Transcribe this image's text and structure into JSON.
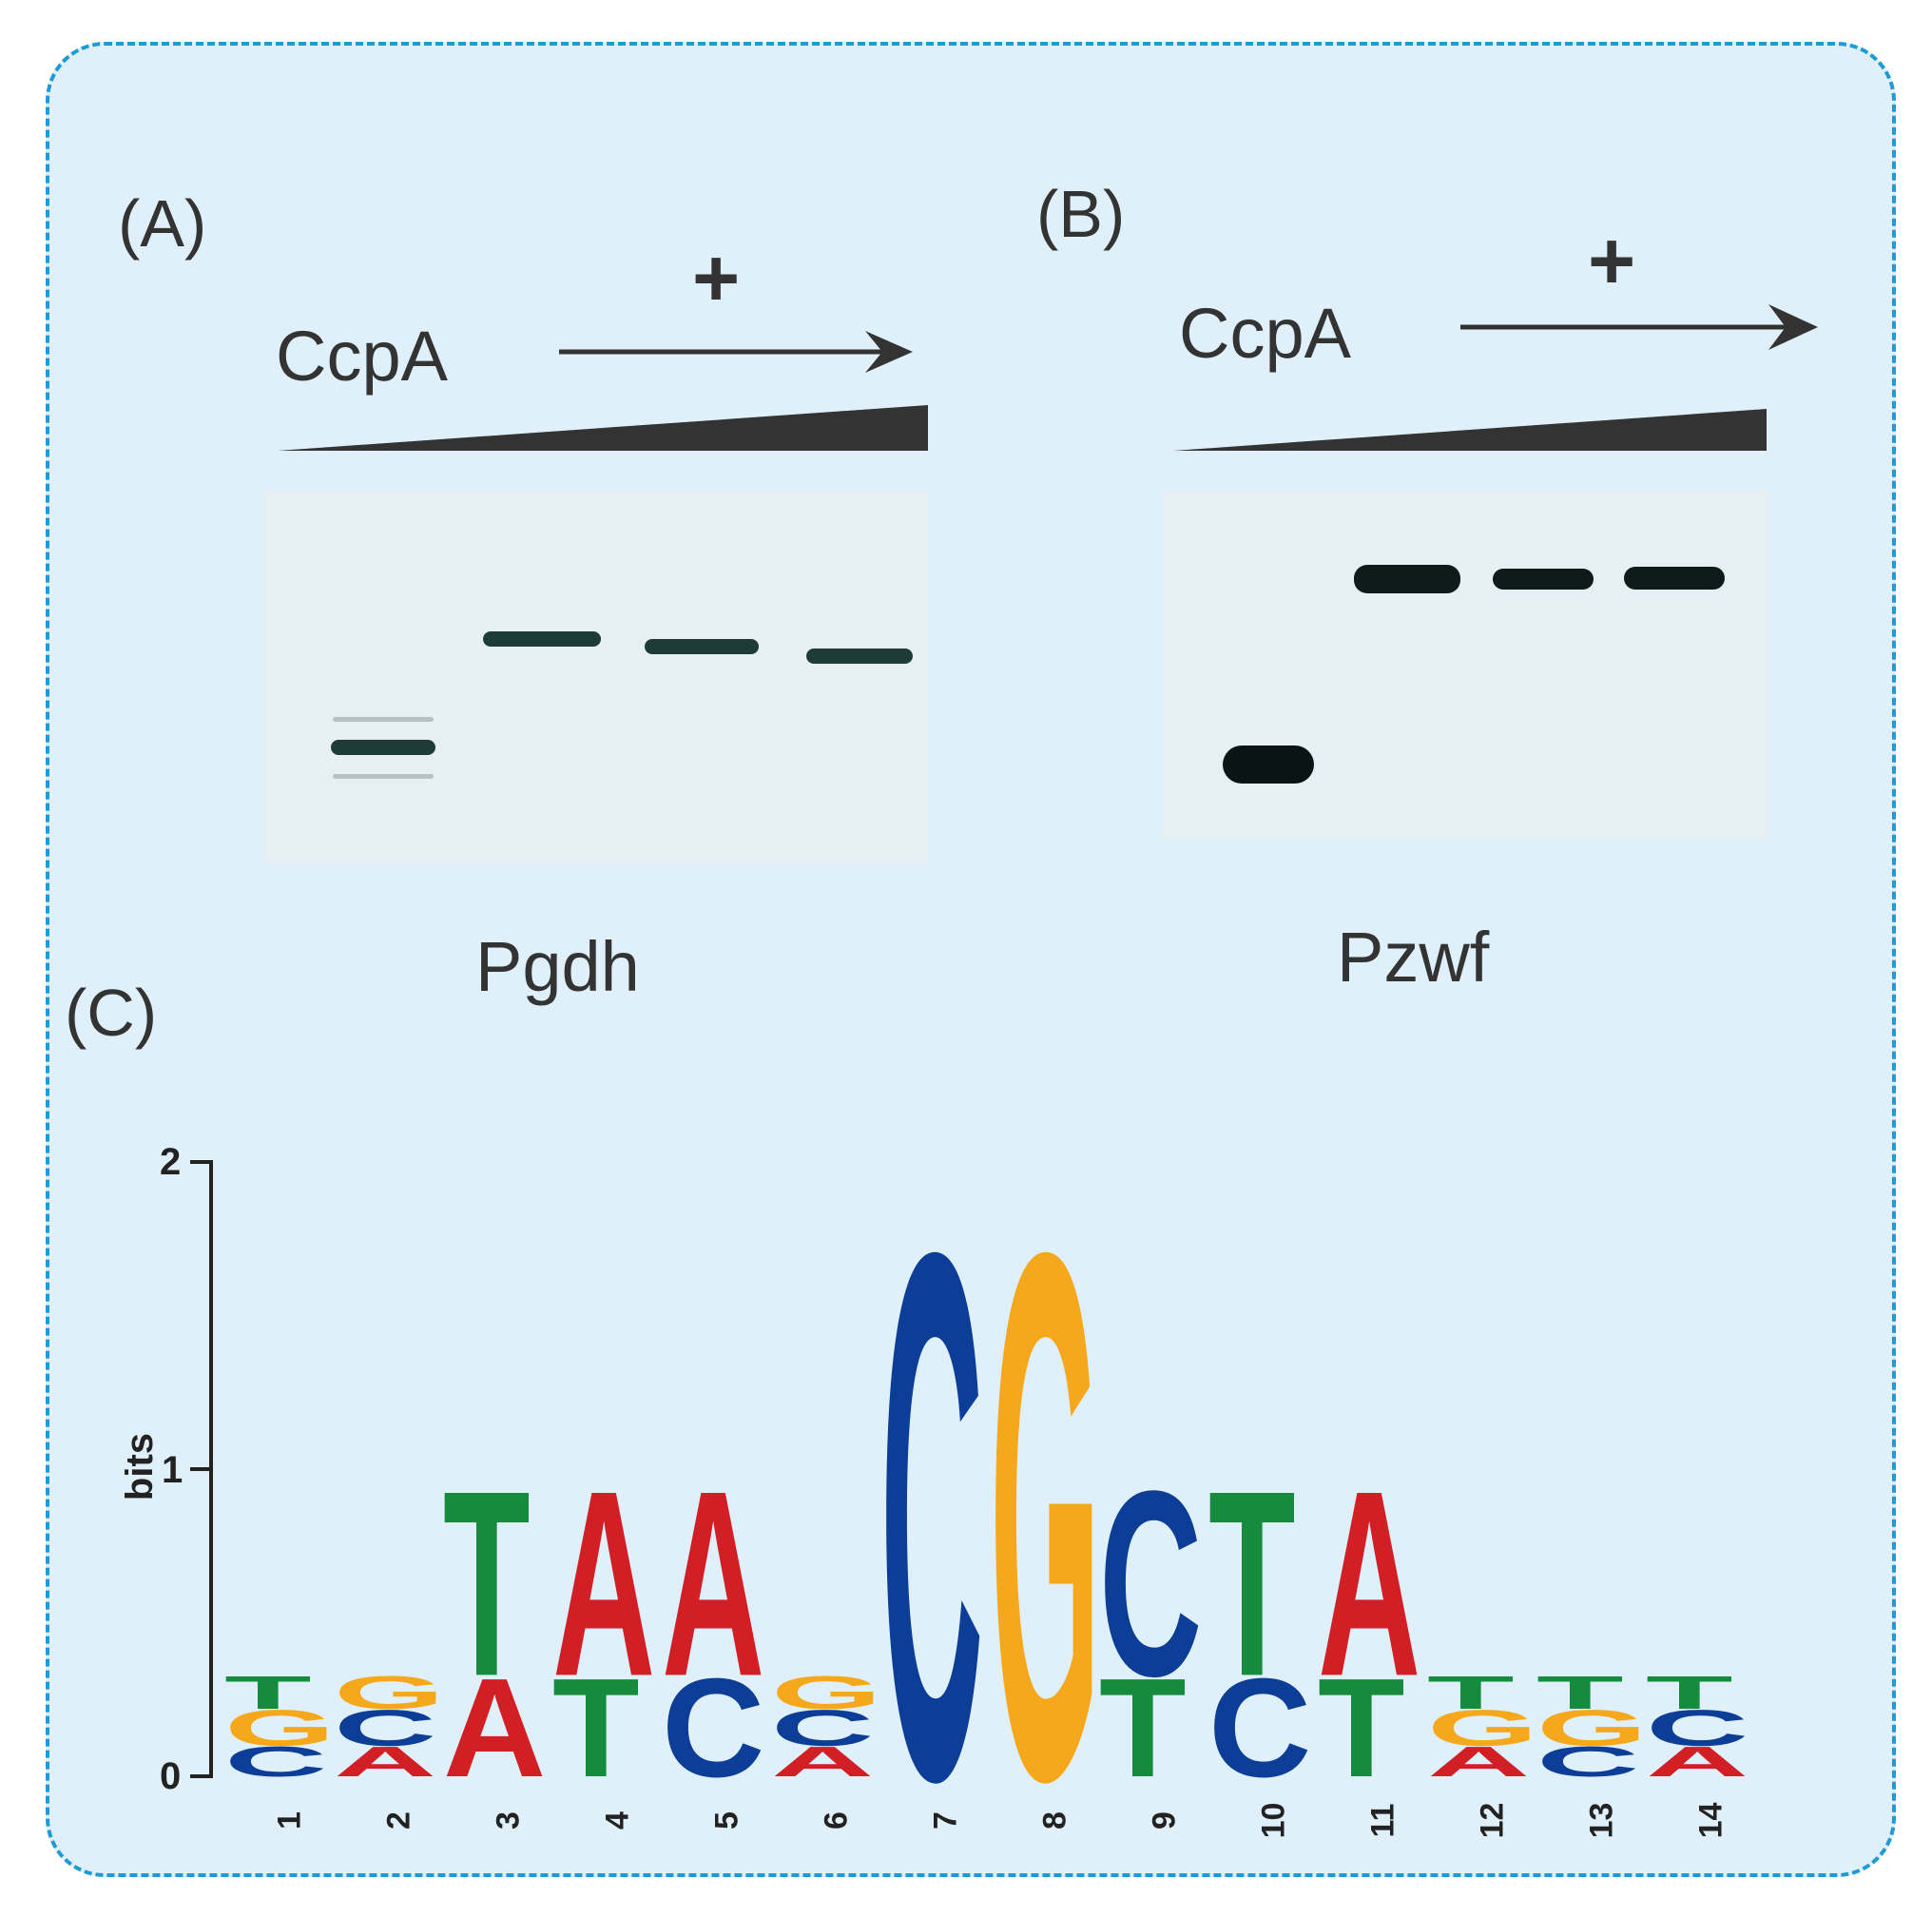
{
  "panels": {
    "a": {
      "label": "(A)",
      "protein": "CcpA",
      "plus": "+",
      "promoter": "Pgdh"
    },
    "b": {
      "label": "(B)",
      "protein": "CcpA",
      "plus": "+",
      "promoter": "Pzwf"
    },
    "c": {
      "label": "(C)"
    }
  },
  "logo": {
    "y_axis_label": "bits",
    "y_ticks": [
      "0",
      "1",
      "2"
    ],
    "positions": [
      "1",
      "2",
      "3",
      "4",
      "5",
      "6",
      "7",
      "8",
      "9",
      "10",
      "11",
      "12",
      "13",
      "14"
    ]
  },
  "colors": {
    "frame_bg": "#dff0fa",
    "frame_border": "#1f9ad6",
    "A": "#d21f26",
    "C": "#0c3e97",
    "G": "#f6a81d",
    "T": "#168a3d",
    "band": "#1e3b38"
  }
}
